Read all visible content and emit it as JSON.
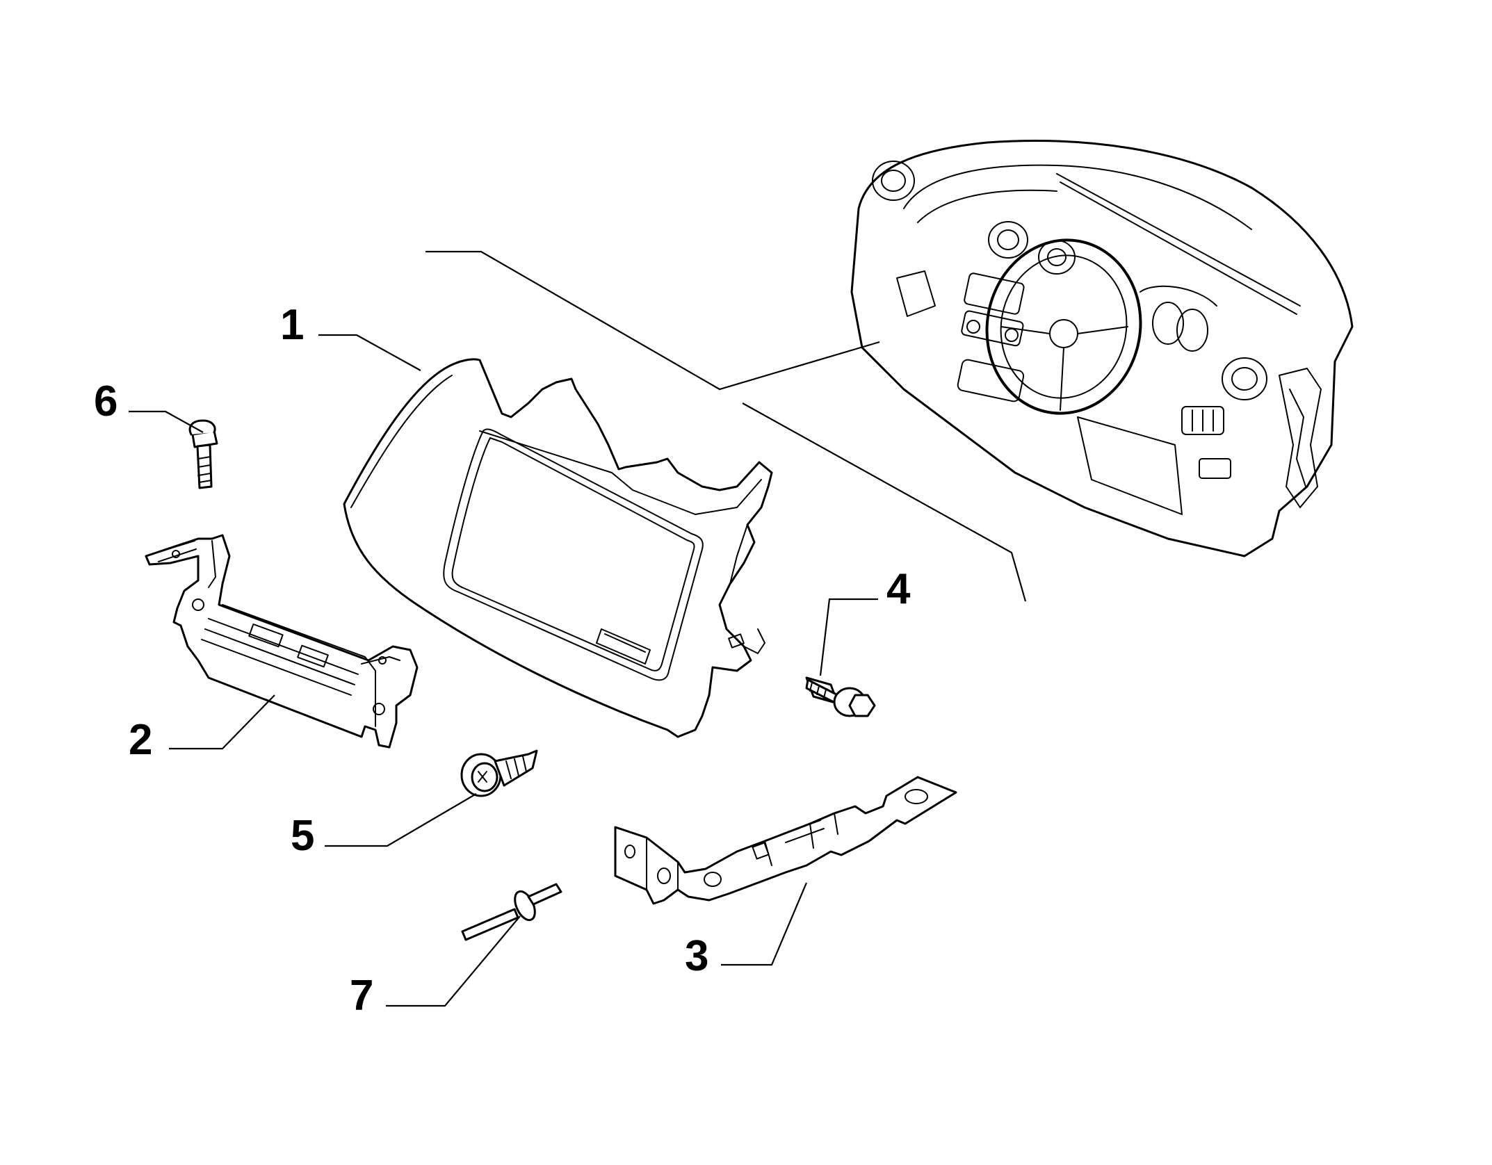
{
  "callouts": [
    "1",
    "2",
    "3",
    "4",
    "5",
    "6",
    "7"
  ]
}
